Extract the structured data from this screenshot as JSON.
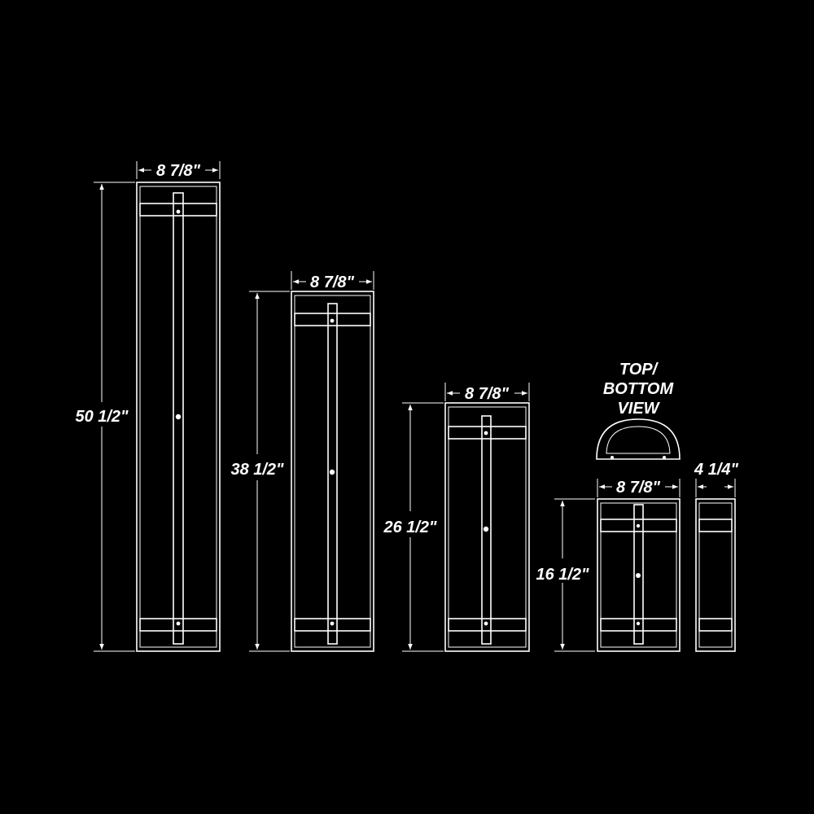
{
  "drawing": {
    "background_color": "#000000",
    "line_color": "#ffffff",
    "fixtures": [
      {
        "width_label": "8 7/8\"",
        "height_label": "50 1/2\""
      },
      {
        "width_label": "8 7/8\"",
        "height_label": "38 1/2\""
      },
      {
        "width_label": "8 7/8\"",
        "height_label": "26 1/2\""
      },
      {
        "width_label": "8 7/8\"",
        "height_label": "16 1/2\""
      }
    ],
    "side_view": {
      "depth_label": "4 1/4\""
    },
    "top_view": {
      "title_line1": "TOP/",
      "title_line2": "BOTTOM",
      "title_line3": "VIEW"
    }
  }
}
